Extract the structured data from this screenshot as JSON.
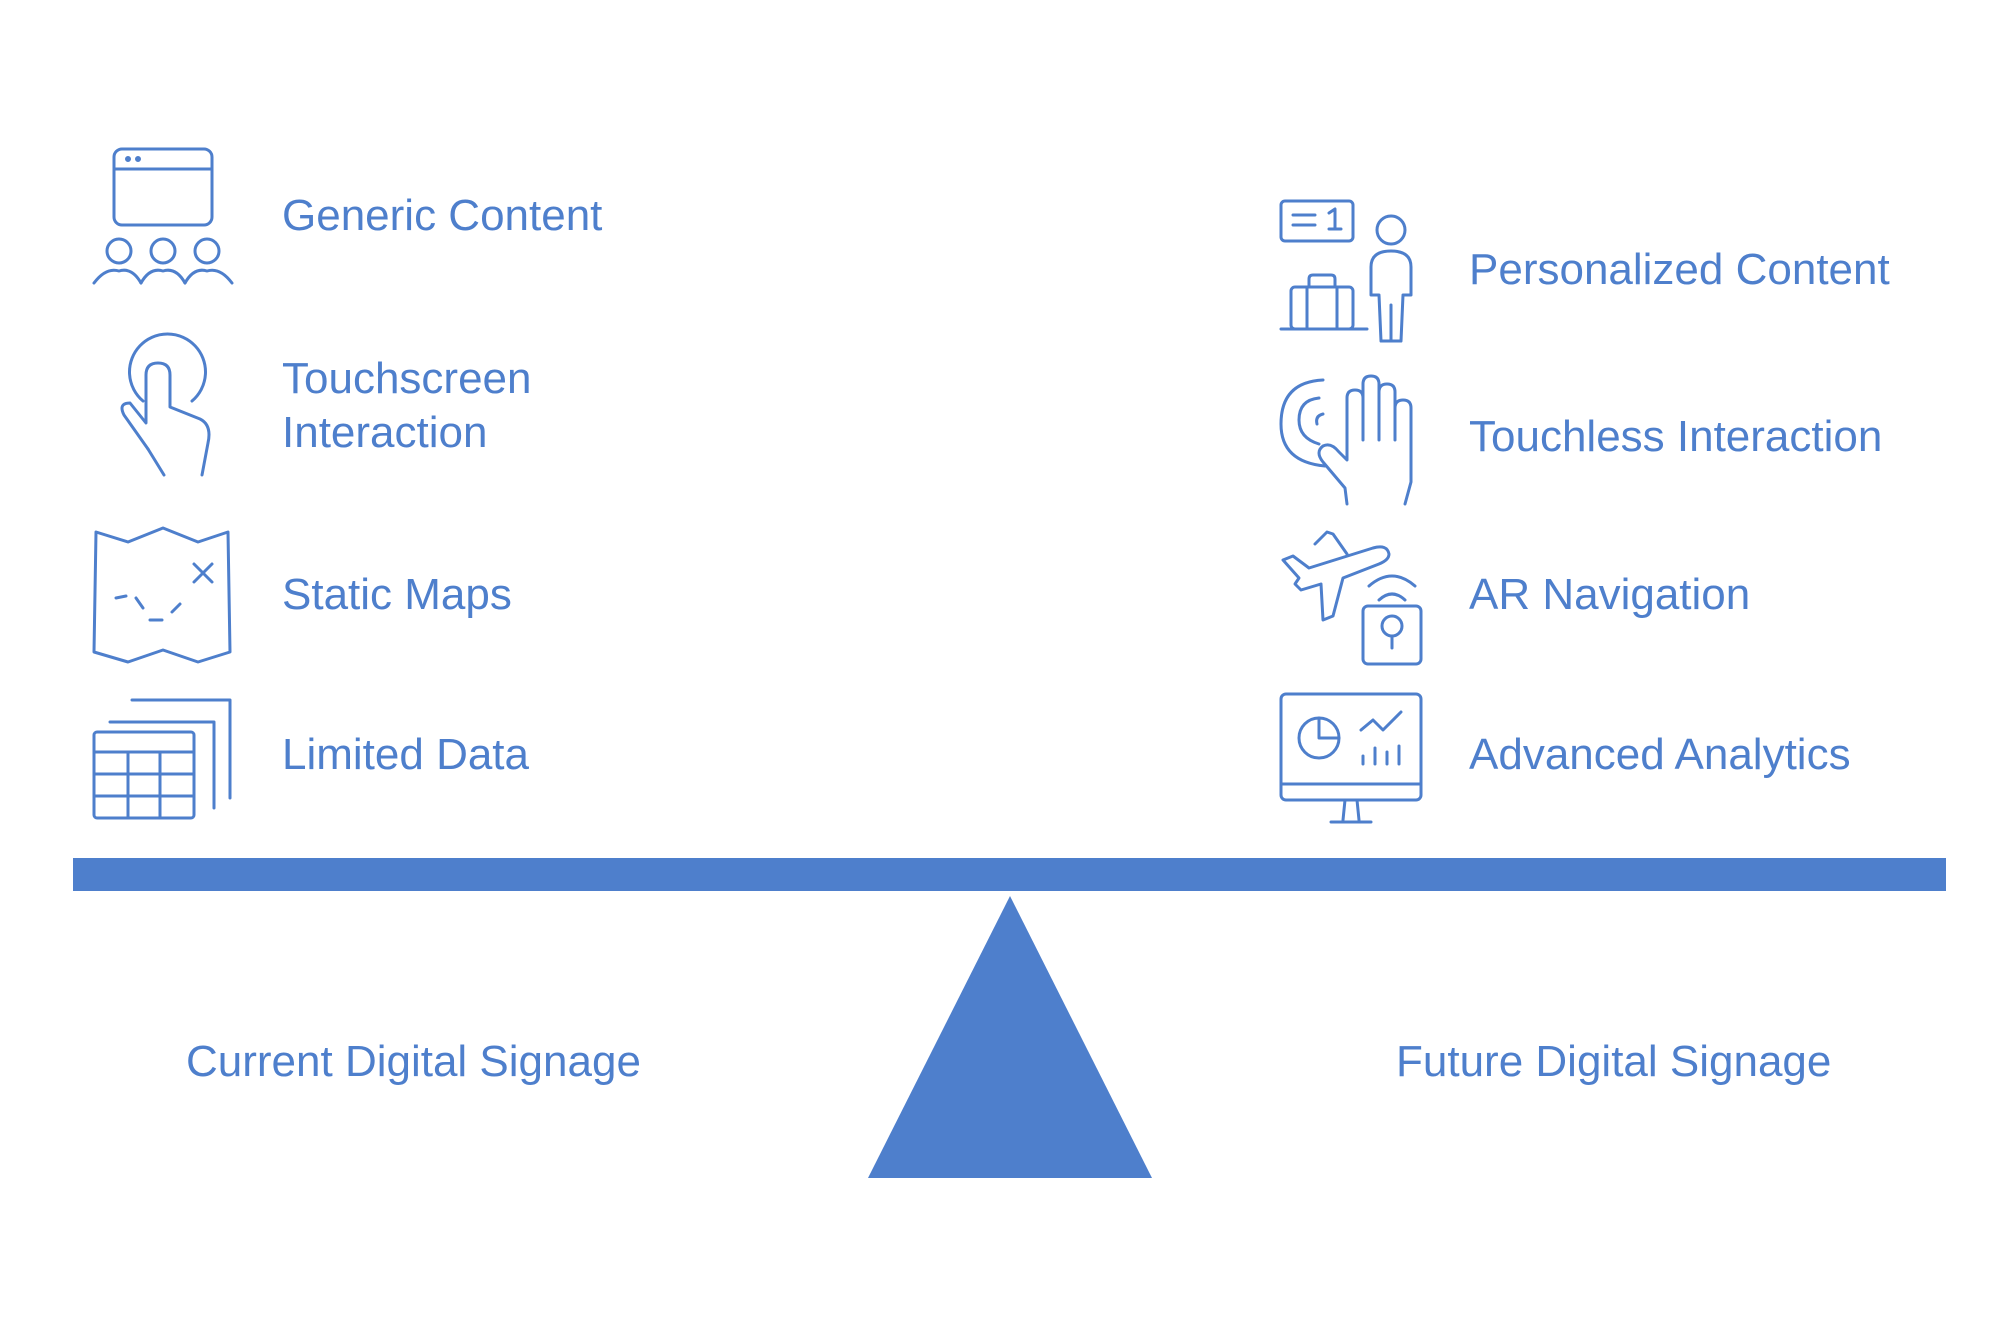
{
  "colors": {
    "accent": "#4e7fcc",
    "background": "#ffffff"
  },
  "left": {
    "caption": "Current Digital Signage",
    "items": [
      {
        "label": "Generic Content",
        "icon": "audience-screen-icon"
      },
      {
        "label": "Touchscreen Interaction",
        "icon": "touch-hand-icon"
      },
      {
        "label": "Static Maps",
        "icon": "folded-map-icon"
      },
      {
        "label": "Limited Data",
        "icon": "stacked-tables-icon"
      }
    ]
  },
  "right": {
    "caption": "Future Digital Signage",
    "items": [
      {
        "label": "Personalized Content",
        "icon": "traveler-ticket-icon"
      },
      {
        "label": "Touchless Interaction",
        "icon": "gesture-wave-icon"
      },
      {
        "label": "AR Navigation",
        "icon": "airplane-location-icon"
      },
      {
        "label": "Advanced Analytics",
        "icon": "analytics-monitor-icon"
      }
    ]
  }
}
